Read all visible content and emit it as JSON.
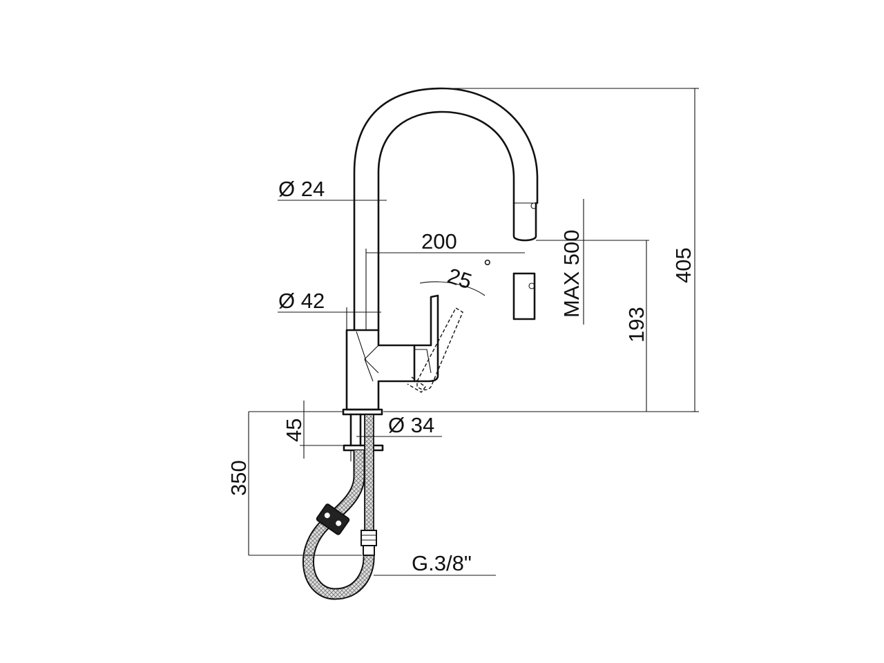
{
  "diagram": {
    "dimensions": {
      "pipe_diameter": "Ø 24",
      "body_diameter": "Ø 42",
      "reach": "200",
      "lever_angle": "25",
      "degree_mark": "°",
      "spray_extension": "MAX 500",
      "spout_height": "193",
      "total_height": "405",
      "base_thickness": "45",
      "shank_diameter": "Ø 34",
      "hose_length": "350",
      "connection_thread": "G.3/8\""
    }
  }
}
